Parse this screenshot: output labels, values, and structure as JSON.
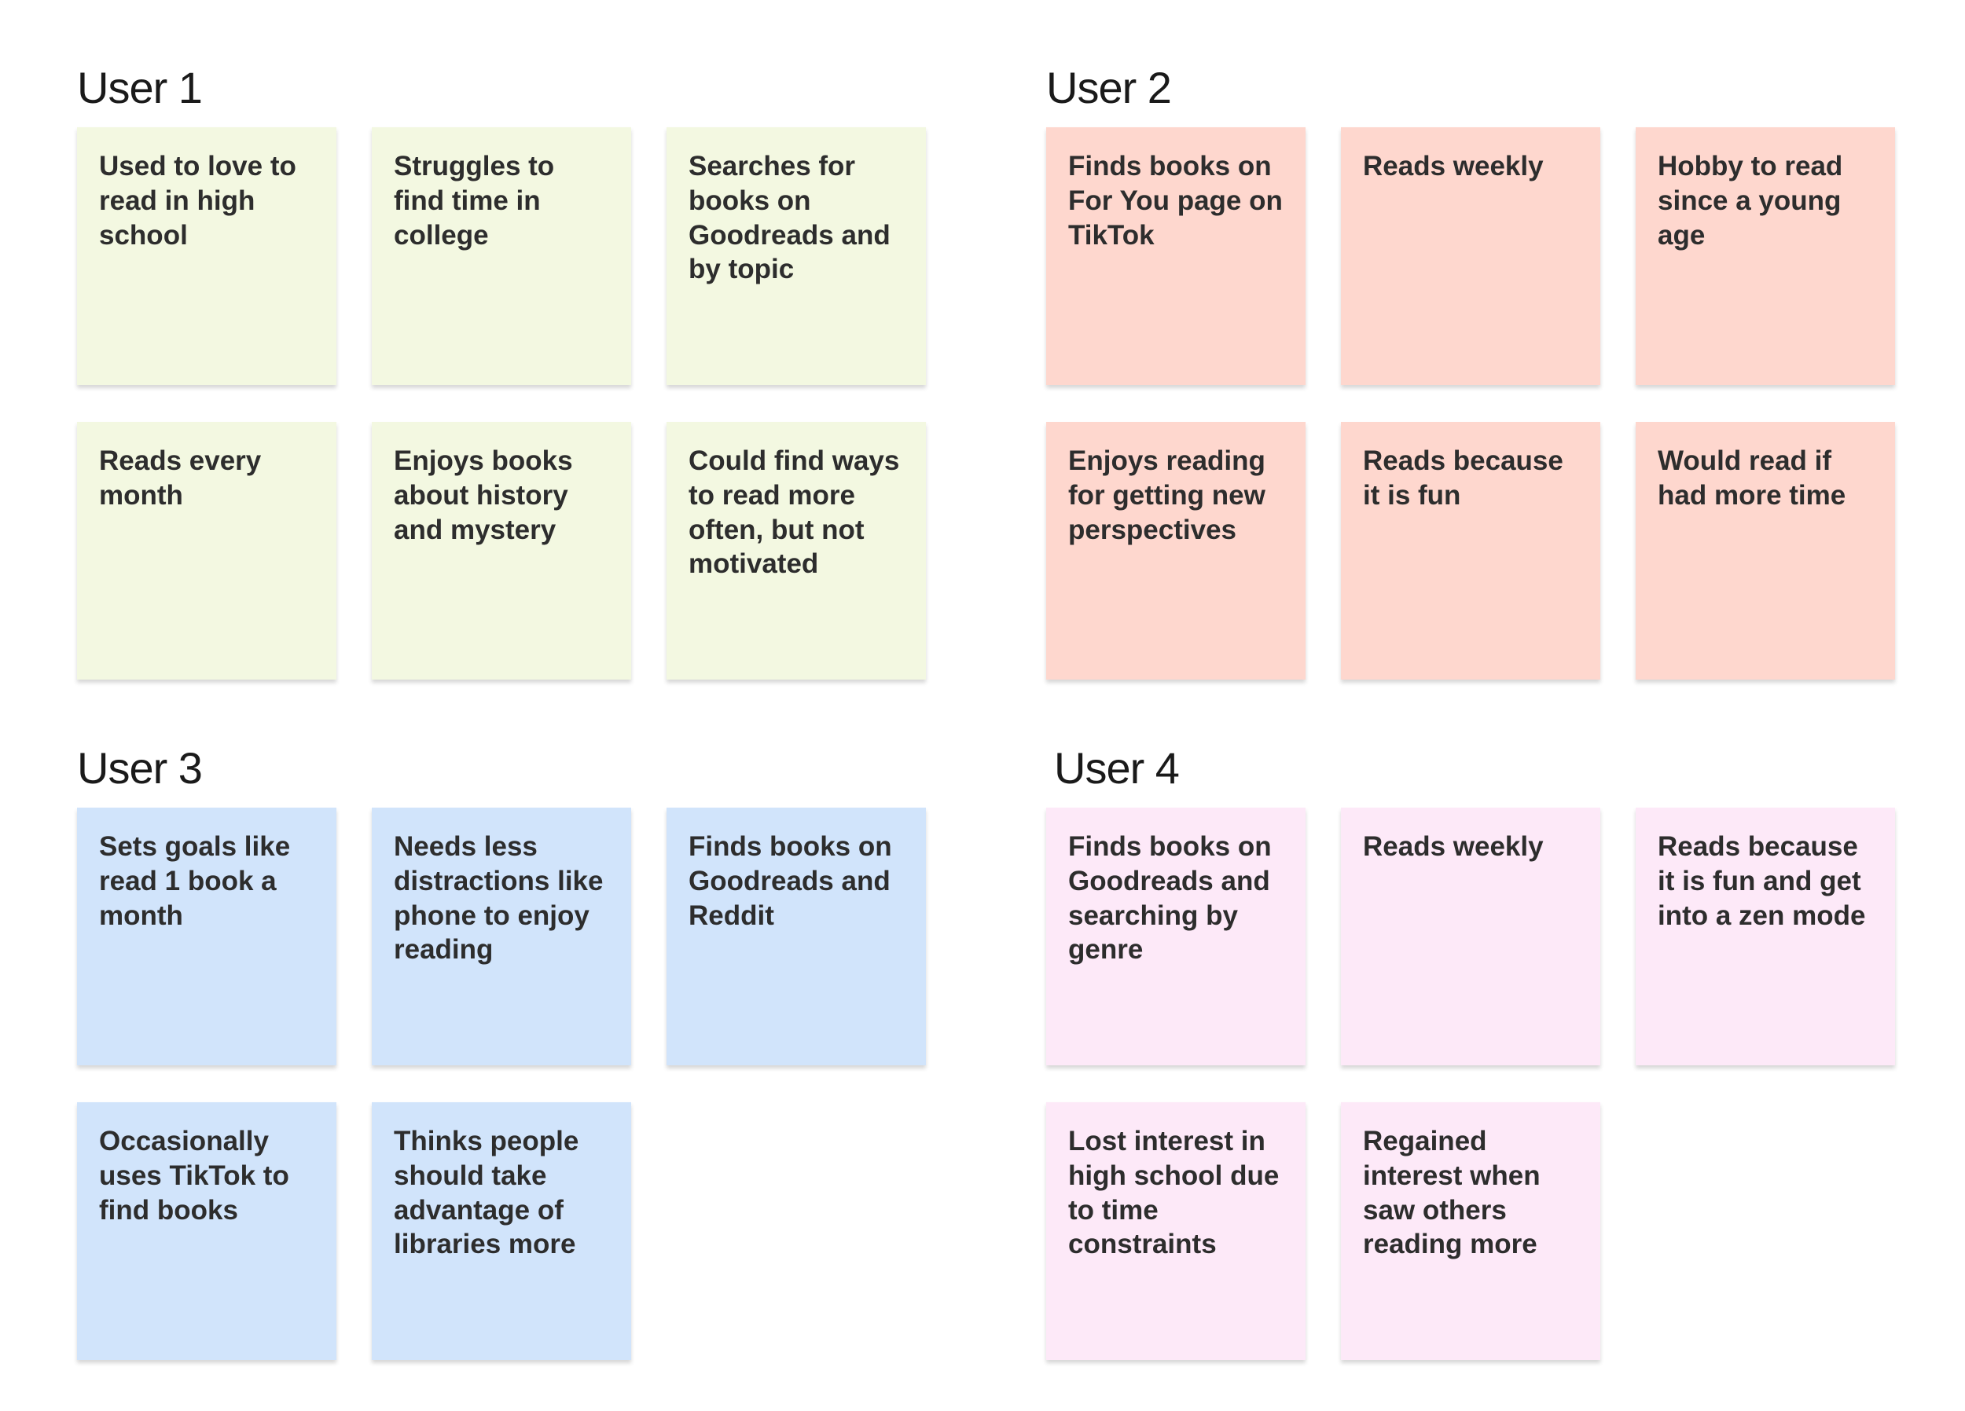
{
  "board": {
    "groups": [
      {
        "title": "User 1",
        "notes": [
          "Used to love to read in high school",
          "Struggles to find time in college",
          "Searches for books on Goodreads and by topic",
          "Reads every month",
          "Enjoys books about history and mystery",
          "Could find ways to read more often, but not motivated"
        ]
      },
      {
        "title": "User 2",
        "notes": [
          "Finds books on For You page on TikTok",
          "Reads weekly",
          "Hobby to read since a young age",
          "Enjoys reading for getting new perspectives",
          "Reads because it is fun",
          "Would read if had more time"
        ]
      },
      {
        "title": "User 3",
        "notes": [
          "Sets goals like read 1 book a month",
          "Needs less distractions like phone to enjoy reading",
          "Finds books on Goodreads and Reddit",
          "Occasionally uses TikTok to find books",
          "Thinks people should take advantage of libraries more"
        ]
      },
      {
        "title": "User 4",
        "notes": [
          "Finds books on Goodreads and searching by genre",
          "Reads weekly",
          "Reads because it is fun and get into a zen mode",
          "Lost interest in high school due to time constraints",
          "Regained interest when saw others reading more"
        ]
      }
    ],
    "colors": {
      "user1_note": "#f3f8e1",
      "user2_note": "#fed7ce",
      "user3_note": "#d1e4fb",
      "user4_note": "#fde9f8"
    }
  }
}
